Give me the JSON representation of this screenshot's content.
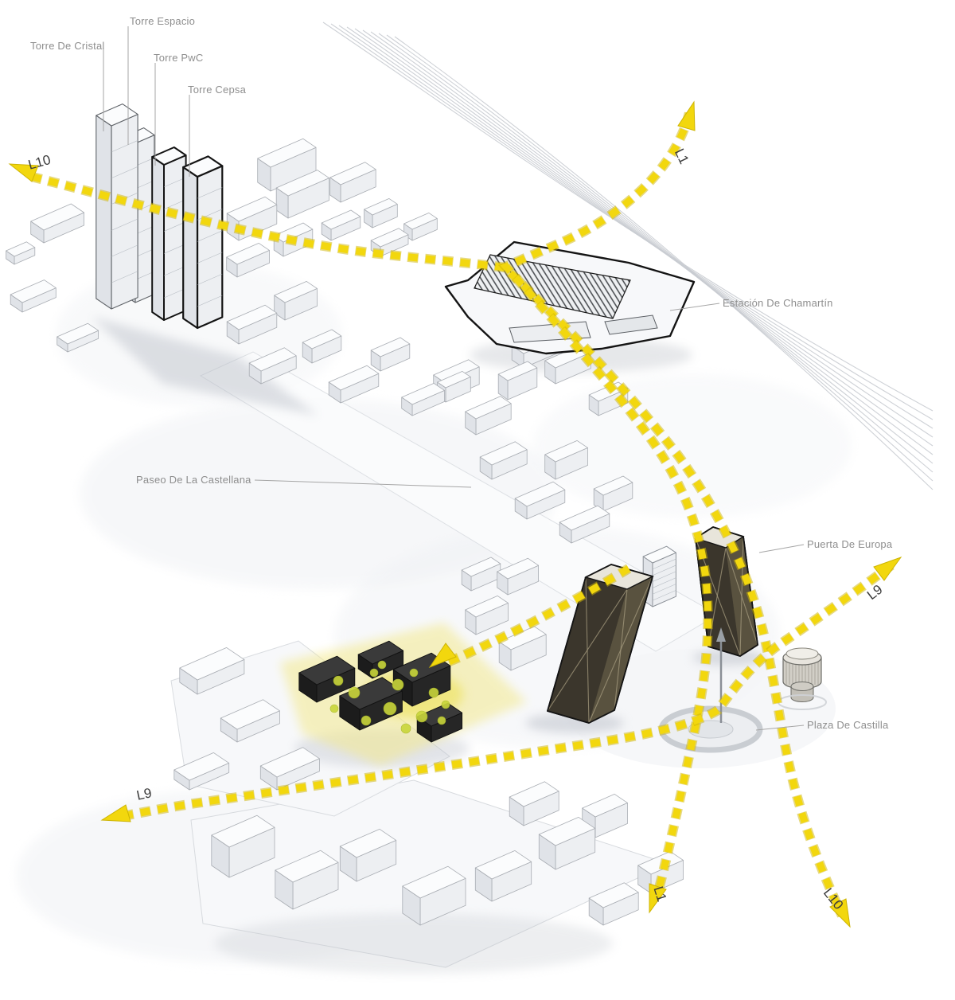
{
  "labels": {
    "torre_espacio": "Torre Espacio",
    "torre_de_cristal": "Torre De Cristal",
    "torre_pwc": "Torre PwC",
    "torre_cepsa": "Torre Cepsa",
    "estacion_chamartin": "Estación De Chamartín",
    "paseo_castellana": "Paseo De La Castellana",
    "puerta_europa": "Puerta De Europa",
    "plaza_castilla": "Plaza De Castilla"
  },
  "metro_lines": {
    "l10_top": "L10",
    "l1_top": "L1",
    "l9_right": "L9",
    "l9_bottom": "L9",
    "l1_bottom": "L1",
    "l10_bottom": "L10"
  },
  "colors": {
    "metro_yellow": "#f2d70e",
    "metro_edge": "#cdb403",
    "label_text": "#8e8e8e",
    "line_label_text": "#3c3c3c",
    "outline_dark": "#141414"
  }
}
